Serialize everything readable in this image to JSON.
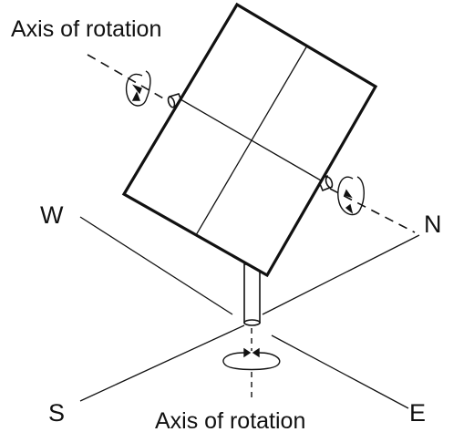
{
  "labels": {
    "top_axis": "Axis of rotation",
    "bottom_axis": "Axis of rotation",
    "west": "W",
    "north": "N",
    "south": "S",
    "east": "E"
  },
  "colors": {
    "ink": "#111111",
    "background": "#ffffff"
  }
}
